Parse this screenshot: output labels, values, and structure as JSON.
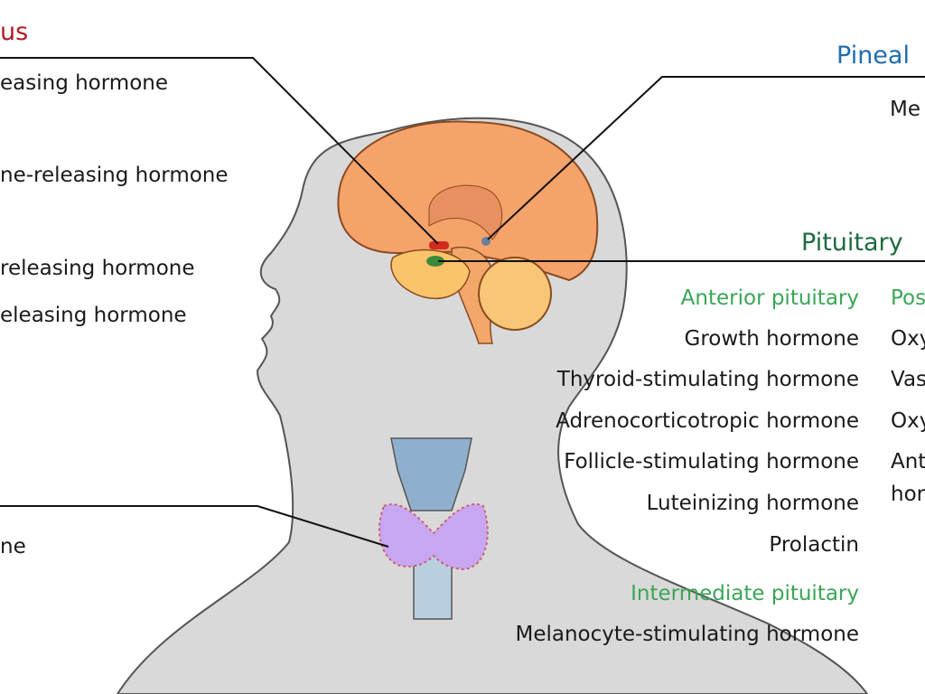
{
  "colors": {
    "hypothalamus": "#b01c24",
    "pineal": "#1f6cb0",
    "pituitary": "#1d6b3e",
    "subheading": "#3aa655",
    "body": "#d8d8d8",
    "brain": "#f5a36a"
  },
  "hypothalamus": {
    "title": "us",
    "hormones": [
      "easing hormone",
      "ne-releasing hormone",
      "releasing hormone",
      "eleasing hormone"
    ]
  },
  "thyroid": {
    "hormone": "ne"
  },
  "pineal": {
    "title": "Pineal",
    "hormone": "Me"
  },
  "pituitary": {
    "title": "Pituitary",
    "anterior": {
      "heading": "Anterior pituitary",
      "hormones": [
        "Growth hormone",
        "Thyroid-stimulating hormone",
        "Adrenocorticotropic hormone",
        "Follicle-stimulating hormone",
        "Luteinizing hormone",
        "Prolactin"
      ]
    },
    "intermediate": {
      "heading": "Intermediate pituitary",
      "hormones": [
        "Melanocyte-stimulating hormone"
      ]
    },
    "posterior": {
      "heading": "Pos",
      "hormones": [
        "Oxy",
        "Vas",
        "Oxy",
        "Ant",
        "hor"
      ]
    }
  }
}
